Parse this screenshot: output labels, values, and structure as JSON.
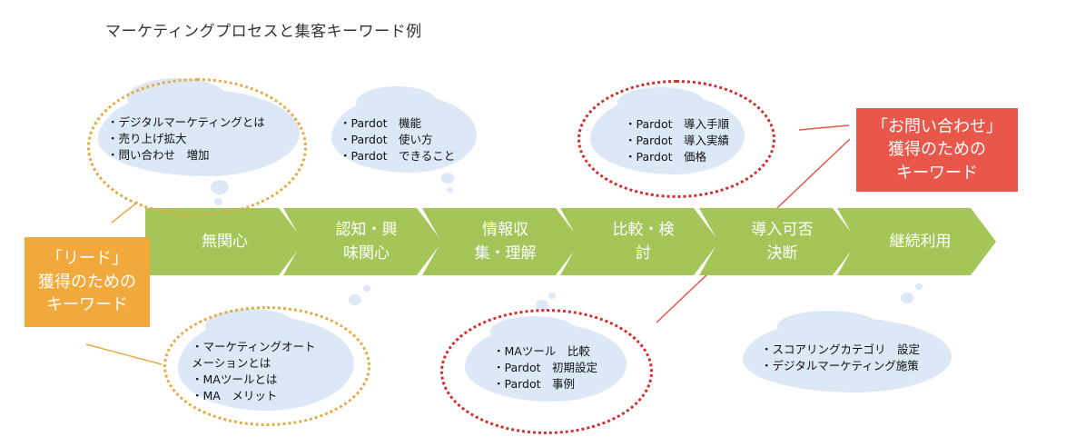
{
  "title": "マーケティングプロセスと集客キーワード例",
  "stages": [
    {
      "label": "無関心"
    },
    {
      "label": "認知・興\n味関心"
    },
    {
      "label": "情報収\n集・理解"
    },
    {
      "label": "比較・検\n討"
    },
    {
      "label": "導入可否\n決断"
    },
    {
      "label": "継続利用"
    }
  ],
  "keyword_clouds": {
    "unaware": [
      "・デジタルマーケティングとは",
      "・売り上げ拡大",
      "・問い合わせ　増加"
    ],
    "awareness": [
      "・Pardot　機能",
      "・Pardot　使い方",
      "・Pardot　できること"
    ],
    "comparison_top": [
      "・Pardot　導入手順",
      "・Pardot　導入実績",
      "・Pardot　価格"
    ],
    "awareness_bottom": [
      "・マーケティングオート",
      "メーションとは",
      "・MAツールとは",
      "・MA　メリット"
    ],
    "research_bottom": [
      "・MAツール　比較",
      "・Pardot　初期設定",
      "・Pardot　事例"
    ],
    "retention": [
      "・スコアリングカテゴリ　設定",
      "・デジタルマーケティング施策"
    ]
  },
  "callouts": {
    "lead": "「リード」\n獲得のための\nキーワード",
    "inquiry": "「お問い合わせ」\n獲得のための\nキーワード"
  },
  "colors": {
    "stage": "#a4c659",
    "cloud": "#dce8f6",
    "lead_box": "#f2a93b",
    "inquiry_box": "#e9574a",
    "lead_oval": "#e2ac46",
    "inquiry_oval": "#d42c2c"
  }
}
